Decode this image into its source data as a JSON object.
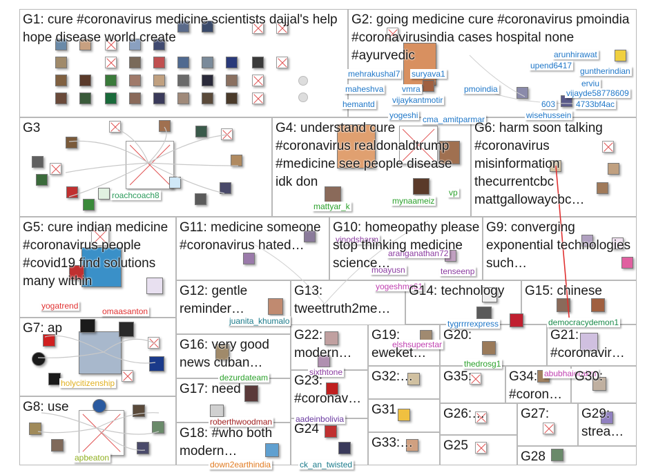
{
  "groups": [
    {
      "id": "g1",
      "title": "G1: cure #coronavirus medicine scientists dajjal's help hope disease world create"
    },
    {
      "id": "g2",
      "title": "G2: going medicine cure #coronavirus pmoindia #coronavirusindia cases hospital none #ayurvedic"
    },
    {
      "id": "g3",
      "title": "G3"
    },
    {
      "id": "g4",
      "title": "G4: understand cure #coronavirus realdonaldtrump #medicine see people disease idk don"
    },
    {
      "id": "g6",
      "title": "G6: harm soon talking #coronavirus misinformation thecurrentcbc mattgallowaycbc…"
    },
    {
      "id": "g5",
      "title": "G5: cure indian medicine #coronavirus people #covid19 find solutions many within"
    },
    {
      "id": "g11",
      "title": "G11: medicine someone #coronavirus hated…"
    },
    {
      "id": "g10",
      "title": "G10: homeopathy please stop thinking medicine science…"
    },
    {
      "id": "g9",
      "title": "G9: converging exponential technologies such…"
    },
    {
      "id": "g12",
      "title": "G12: gentle reminder…"
    },
    {
      "id": "g13",
      "title": "G13: tweettruth2me…"
    },
    {
      "id": "g14",
      "title": "G14: technology"
    },
    {
      "id": "g15",
      "title": "G15: chinese"
    },
    {
      "id": "g7",
      "title": "G7: ap"
    },
    {
      "id": "g16",
      "title": "G16: very good news cuban…"
    },
    {
      "id": "g22",
      "title": "G22: modern…"
    },
    {
      "id": "g19",
      "title": "G19: eweket…"
    },
    {
      "id": "g20",
      "title": "G20:"
    },
    {
      "id": "g21",
      "title": "G21: #coronavir…"
    },
    {
      "id": "g17",
      "title": "G17: need"
    },
    {
      "id": "g23",
      "title": "G23: #coronav…"
    },
    {
      "id": "g32",
      "title": "G32:…"
    },
    {
      "id": "g35",
      "title": "G35:"
    },
    {
      "id": "g34",
      "title": "G34: #coron…"
    },
    {
      "id": "g30",
      "title": "G30:"
    },
    {
      "id": "g8",
      "title": "G8: use"
    },
    {
      "id": "g31",
      "title": "G31"
    },
    {
      "id": "g26",
      "title": "G26:…"
    },
    {
      "id": "g27",
      "title": "G27:"
    },
    {
      "id": "g29",
      "title": "G29: strea…"
    },
    {
      "id": "g18",
      "title": "G18: #who both modern…"
    },
    {
      "id": "g24",
      "title": "G24"
    },
    {
      "id": "g33",
      "title": "G33:…"
    },
    {
      "id": "g25",
      "title": "G25"
    },
    {
      "id": "g28",
      "title": "G28"
    }
  ],
  "labels": [
    {
      "text": "mehrakushal7",
      "color": "#1f77c8"
    },
    {
      "text": "suryava1",
      "color": "#1f77c8"
    },
    {
      "text": "maheshva",
      "color": "#1f77c8"
    },
    {
      "text": "vmra",
      "color": "#1f77c8"
    },
    {
      "text": "hemantd",
      "color": "#1f77c8"
    },
    {
      "text": "vijaykantmotir",
      "color": "#1f77c8"
    },
    {
      "text": "pmoindia",
      "color": "#1f77c8"
    },
    {
      "text": "arunhirawat",
      "color": "#1f77c8"
    },
    {
      "text": "upend6417",
      "color": "#1f77c8"
    },
    {
      "text": "guntherindian",
      "color": "#1f77c8"
    },
    {
      "text": "erviu",
      "color": "#1f77c8"
    },
    {
      "text": "vijayde58778609",
      "color": "#1f77c8"
    },
    {
      "text": "603",
      "color": "#1f77c8"
    },
    {
      "text": "4733bf4ac",
      "color": "#1f77c8"
    },
    {
      "text": "yogeshi",
      "color": "#1f77c8"
    },
    {
      "text": "cma_amitparmar",
      "color": "#1f77c8"
    },
    {
      "text": "wisehussein",
      "color": "#1f77c8"
    },
    {
      "text": "roachcoach8",
      "color": "#2a9a5a"
    },
    {
      "text": "mattyar_k",
      "color": "#2aa02a"
    },
    {
      "text": "mynaameiz",
      "color": "#2aa02a"
    },
    {
      "text": "vp",
      "color": "#2aa02a"
    },
    {
      "text": "yogatrend",
      "color": "#e03030"
    },
    {
      "text": "omaasanton",
      "color": "#e03030"
    },
    {
      "text": "vinodsharm",
      "color": "#8a3aa0"
    },
    {
      "text": "aranganathan72",
      "color": "#8a3aa0"
    },
    {
      "text": "moayusn",
      "color": "#8a3aa0"
    },
    {
      "text": "tenseenp",
      "color": "#8a3aa0"
    },
    {
      "text": "yogeshms61",
      "color": "#c040b0"
    },
    {
      "text": "juanita_khumalo",
      "color": "#1a7a8a"
    },
    {
      "text": "tygrrrrexpress",
      "color": "#1f77c8"
    },
    {
      "text": "democracydemon1",
      "color": "#1a8a4a"
    },
    {
      "text": "holycitizenship",
      "color": "#e0b020"
    },
    {
      "text": "dezurdateam",
      "color": "#2aa02a"
    },
    {
      "text": "elshsuperstar",
      "color": "#c040b0"
    },
    {
      "text": "sixthtone",
      "color": "#8a3aa0"
    },
    {
      "text": "thedrosg1",
      "color": "#2aa02a"
    },
    {
      "text": "abubhaiorakar",
      "color": "#c040b0"
    },
    {
      "text": "roberthwoodman",
      "color": "#a02020"
    },
    {
      "text": "aadeinbolivia",
      "color": "#6a3aa0"
    },
    {
      "text": "apbeaton",
      "color": "#90b020"
    },
    {
      "text": "down2earthindia",
      "color": "#e07a20"
    },
    {
      "text": "ck_an_twisted",
      "color": "#1a7a8a"
    }
  ]
}
